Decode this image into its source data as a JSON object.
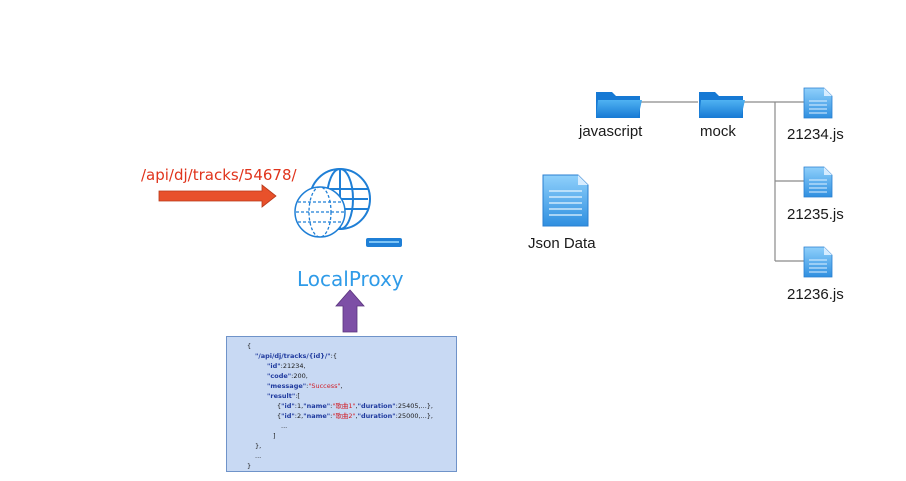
{
  "request_path": "/api/dj/tracks/54678/",
  "proxy_label": "LocalProxy",
  "json_data_label": "Json Data",
  "tree": {
    "root": "javascript",
    "child": "mock",
    "files": [
      "21234.js",
      "21235.js",
      "21236.js"
    ]
  },
  "json_sample": {
    "open": "{",
    "route_key": "\"/api/dj/tracks/{id}/\"",
    "route_suffix": ":{",
    "id_key": "\"id\"",
    "id_val": ":21234,",
    "code_key": "\"code\"",
    "code_val": ":200,",
    "message_key": "\"message\"",
    "message_colon": ":",
    "message_val": "\"Success\"",
    "message_comma": ",",
    "result_key": "\"result\"",
    "result_val": ":[",
    "row1_a": "{",
    "row1_id": "\"id\"",
    "row1_b": ":1,",
    "row1_name": "\"name\"",
    "row1_c": ":",
    "row1_nameval": "\"歌曲1\"",
    "row1_d": ",",
    "row1_dur": "\"duration\"",
    "row1_e": ":25405,...},",
    "row2_a": "{",
    "row2_id": "\"id\"",
    "row2_b": ":2,",
    "row2_name": "\"name\"",
    "row2_c": ":",
    "row2_nameval": "\"歌曲2\"",
    "row2_d": ",",
    "row2_dur": "\"duration\"",
    "row2_e": ":25000,...},",
    "ellipsis_inner": "...",
    "close_result": "]",
    "close_route": "},",
    "ellipsis_outer": "...",
    "close": "}"
  },
  "colors": {
    "folder": "#1f93e6",
    "arrow_red": "#e8512b",
    "arrow_purple": "#7d4fa6",
    "proxy_text": "#2f9be8",
    "route_text": "#e0341c",
    "json_box_bg": "#c8d9f3"
  }
}
